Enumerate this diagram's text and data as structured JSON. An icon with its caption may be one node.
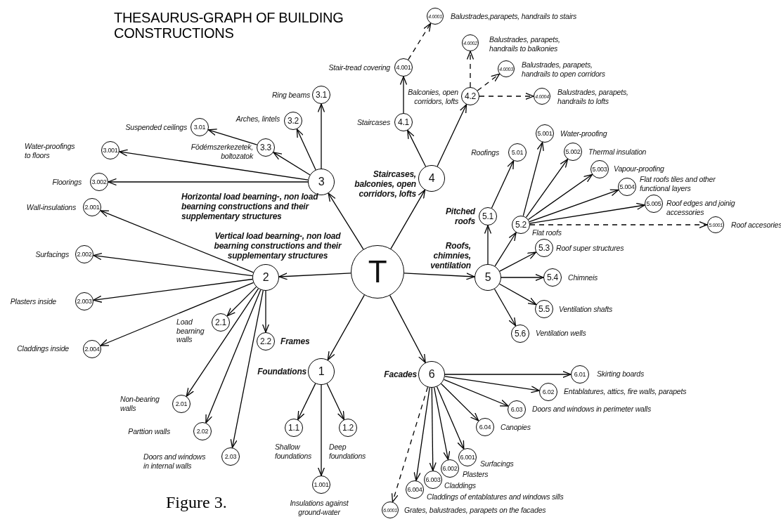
{
  "diagram": {
    "title": "THESAURUS-GRAPH OF BUILDING CONSTRUCTIONS",
    "caption": "Figure 3.",
    "nodes": [
      {
        "text": [
          "T"
        ]
      },
      {
        "text": [
          "1"
        ],
        "beside": [
          "Foundations"
        ]
      },
      {
        "text": [
          "2"
        ],
        "beside": [
          "Vertical load bearning-, non load bearning constructions and their supplementary structures"
        ]
      },
      {
        "text": [
          "3"
        ],
        "beside": [
          "Horizontal load bearning-, non load bearning constructions and their supplementary structures"
        ]
      },
      {
        "text": [
          "4"
        ],
        "beside": [
          "Staircases, balconies, open corridors, lofts"
        ]
      },
      {
        "text": [
          "5"
        ],
        "beside": [
          "Roofs, chimnies, ventilation"
        ]
      },
      {
        "text": [
          "6"
        ],
        "beside": [
          "Facades"
        ]
      },
      {
        "text": [
          "3.1"
        ],
        "beside": [
          "Ring beams"
        ]
      },
      {
        "text": [
          "3.2"
        ],
        "beside": [
          "Arches, lintels"
        ]
      },
      {
        "text": [
          "3.3"
        ],
        "beside": [
          "Födémszerkezetek, boltozatok"
        ]
      },
      {
        "text": [
          "3.01"
        ],
        "beside": [
          "Suspended ceilings"
        ]
      },
      {
        "text": [
          "3.001"
        ],
        "beside": [
          "Water-proofings to floors"
        ]
      },
      {
        "text": [
          "3.002"
        ],
        "beside": [
          "Floorings"
        ]
      },
      {
        "text": [
          "2.001"
        ],
        "beside": [
          "Wall-insulations"
        ]
      },
      {
        "text": [
          "2.002"
        ],
        "beside": [
          "Surfacings"
        ]
      },
      {
        "text": [
          "2.003"
        ],
        "beside": [
          "Plasters inside"
        ]
      },
      {
        "text": [
          "2.004"
        ],
        "beside": [
          "Claddings inside"
        ]
      },
      {
        "text": [
          "2.1"
        ],
        "beside": [
          "Load bearning walls"
        ]
      },
      {
        "text": [
          "2.2"
        ],
        "beside": [
          "Frames"
        ]
      },
      {
        "text": [
          "2.01"
        ],
        "beside": [
          "Non-bearing walls"
        ]
      },
      {
        "text": [
          "2.02"
        ],
        "beside": [
          "Parttion walls"
        ]
      },
      {
        "text": [
          "2.03"
        ],
        "beside": [
          "Doors and windows in internal walls"
        ]
      },
      {
        "text": [
          "1.1"
        ],
        "beside": [
          "Shallow foundations"
        ]
      },
      {
        "text": [
          "1.2"
        ],
        "beside": [
          "Deep foundations"
        ]
      },
      {
        "text": [
          "1.001"
        ],
        "beside": [
          "Insulations against ground-water"
        ]
      },
      {
        "text": [
          "4.1"
        ],
        "beside": [
          "Staircases"
        ]
      },
      {
        "text": [
          "4.001"
        ],
        "beside": [
          "Stair-tread covering"
        ]
      },
      {
        "text": [
          "4.0001"
        ],
        "beside": [
          "Balustrades,parapets, handrails to stairs"
        ]
      },
      {
        "text": [
          "4.2"
        ],
        "beside": [
          "Balconies, open corridors, lofts"
        ]
      },
      {
        "text": [
          "4.0002"
        ],
        "beside": [
          "Balustrades, parapets, handrails to balkonies"
        ]
      },
      {
        "text": [
          "4.0003"
        ],
        "beside": [
          "Balustrades, parapets, handrails to open corridors"
        ]
      },
      {
        "text": [
          "4.0004"
        ],
        "beside": [
          "Balustrades, parapets, handrails to lofts"
        ]
      },
      {
        "text": [
          "5.1"
        ],
        "beside": [
          "Pitched roofs"
        ]
      },
      {
        "text": [
          "5.01"
        ],
        "beside": [
          "Roofings"
        ]
      },
      {
        "text": [
          "5.2"
        ],
        "beside": [
          "Flat roofs"
        ]
      },
      {
        "text": [
          "5.001"
        ],
        "beside": [
          "Water-proofing"
        ]
      },
      {
        "text": [
          "5.002"
        ],
        "beside": [
          "Thermal insulation"
        ]
      },
      {
        "text": [
          "5.003"
        ],
        "beside": [
          "Vapour-proofing"
        ]
      },
      {
        "text": [
          "5.004"
        ],
        "beside": [
          "Flat roofs tiles and other functional layers"
        ]
      },
      {
        "text": [
          "5.005"
        ],
        "beside": [
          "Roof edges and joinig accessories"
        ]
      },
      {
        "text": [
          "5.0001"
        ],
        "beside": [
          "Roof accesories"
        ]
      },
      {
        "text": [
          "5.3"
        ],
        "beside": [
          "Roof super structures"
        ]
      },
      {
        "text": [
          "5.4"
        ],
        "beside": [
          "Chimneis"
        ]
      },
      {
        "text": [
          "5.5"
        ],
        "beside": [
          "Ventilation shafts"
        ]
      },
      {
        "text": [
          "5.6"
        ],
        "beside": [
          "Ventilation wells"
        ]
      },
      {
        "text": [
          "6.01"
        ],
        "beside": [
          "Skirting boards"
        ]
      },
      {
        "text": [
          "6.02"
        ],
        "beside": [
          "Entablatures, attics, fire walls, parapets"
        ]
      },
      {
        "text": [
          "6.03"
        ],
        "beside": [
          "Doors and windows in perimeter walls"
        ]
      },
      {
        "text": [
          "6.04"
        ],
        "beside": [
          "Canopies"
        ]
      },
      {
        "text": [
          "6.001"
        ],
        "beside": [
          "Surfacings"
        ]
      },
      {
        "text": [
          "6.002"
        ],
        "beside": [
          "Plasters"
        ]
      },
      {
        "text": [
          "6.003"
        ],
        "beside": [
          "Claddings"
        ]
      },
      {
        "text": [
          "6.004"
        ],
        "beside": [
          "Claddings of entablatures and windows sills"
        ]
      },
      {
        "text": [
          "6.0001"
        ],
        "beside": [
          "Grates, balustrades, parapets on the facades"
        ]
      }
    ],
    "edges": [
      {
        "from": 0,
        "to": 1,
        "arrow": "to"
      },
      {
        "from": 0,
        "to": 2,
        "arrow": "to"
      },
      {
        "from": 0,
        "to": 3,
        "arrow": "to"
      },
      {
        "from": 0,
        "to": 4,
        "arrow": "to"
      },
      {
        "from": 0,
        "to": 5,
        "arrow": "to"
      },
      {
        "from": 0,
        "to": 6,
        "arrow": "to"
      },
      {
        "from": 3,
        "to": 7,
        "arrow": "to"
      },
      {
        "from": 3,
        "to": 8,
        "arrow": "to"
      },
      {
        "from": 3,
        "to": 9,
        "arrow": "to"
      },
      {
        "from": 9,
        "to": 10,
        "arrow": "to"
      },
      {
        "from": 3,
        "to": 11,
        "arrow": "to"
      },
      {
        "from": 3,
        "to": 12,
        "arrow": "to"
      },
      {
        "from": 2,
        "to": 13,
        "arrow": "to"
      },
      {
        "from": 2,
        "to": 14,
        "arrow": "to"
      },
      {
        "from": 2,
        "to": 15,
        "arrow": "to"
      },
      {
        "from": 2,
        "to": 16,
        "arrow": "to"
      },
      {
        "from": 2,
        "to": 17,
        "arrow": "to"
      },
      {
        "from": 2,
        "to": 18,
        "arrow": "to"
      },
      {
        "from": 2,
        "to": 19,
        "arrow": "to"
      },
      {
        "from": 2,
        "to": 20,
        "arrow": "to"
      },
      {
        "from": 2,
        "to": 21,
        "arrow": "to"
      },
      {
        "from": 1,
        "to": 22,
        "arrow": "to"
      },
      {
        "from": 1,
        "to": 23,
        "arrow": "to"
      },
      {
        "from": 1,
        "to": 24,
        "arrow": "to"
      },
      {
        "from": 4,
        "to": 25,
        "arrow": "to"
      },
      {
        "from": 25,
        "to": 26,
        "arrow": "to"
      },
      {
        "from": 26,
        "to": 27,
        "arrow": "to",
        "style": "dashed"
      },
      {
        "from": 4,
        "to": 28,
        "arrow": "to"
      },
      {
        "from": 28,
        "to": 29,
        "arrow": "to",
        "style": "dashed"
      },
      {
        "from": 28,
        "to": 30,
        "arrow": "to",
        "style": "dashed"
      },
      {
        "from": 28,
        "to": 31,
        "arrow": "to",
        "style": "dashed"
      },
      {
        "from": 5,
        "to": 32,
        "arrow": "to"
      },
      {
        "from": 32,
        "to": 33,
        "arrow": "to"
      },
      {
        "from": 5,
        "to": 34,
        "arrow": "to"
      },
      {
        "from": 34,
        "to": 35,
        "arrow": "to"
      },
      {
        "from": 34,
        "to": 36,
        "arrow": "to"
      },
      {
        "from": 34,
        "to": 37,
        "arrow": "to"
      },
      {
        "from": 34,
        "to": 38,
        "arrow": "to"
      },
      {
        "from": 34,
        "to": 39,
        "arrow": "to"
      },
      {
        "from": 34,
        "to": 40,
        "arrow": "to",
        "style": "dashed"
      },
      {
        "from": 5,
        "to": 41,
        "arrow": "to"
      },
      {
        "from": 5,
        "to": 42,
        "arrow": "to"
      },
      {
        "from": 5,
        "to": 43,
        "arrow": "to"
      },
      {
        "from": 5,
        "to": 44,
        "arrow": "to"
      },
      {
        "from": 6,
        "to": 45,
        "arrow": "to"
      },
      {
        "from": 6,
        "to": 46,
        "arrow": "to"
      },
      {
        "from": 6,
        "to": 47,
        "arrow": "to"
      },
      {
        "from": 6,
        "to": 48,
        "arrow": "to"
      },
      {
        "from": 6,
        "to": 49,
        "arrow": "to"
      },
      {
        "from": 6,
        "to": 50,
        "arrow": "to"
      },
      {
        "from": 6,
        "to": 51,
        "arrow": "to"
      },
      {
        "from": 6,
        "to": 52,
        "arrow": "to"
      },
      {
        "from": 6,
        "to": 53,
        "arrow": "to",
        "style": "dashed"
      }
    ]
  }
}
